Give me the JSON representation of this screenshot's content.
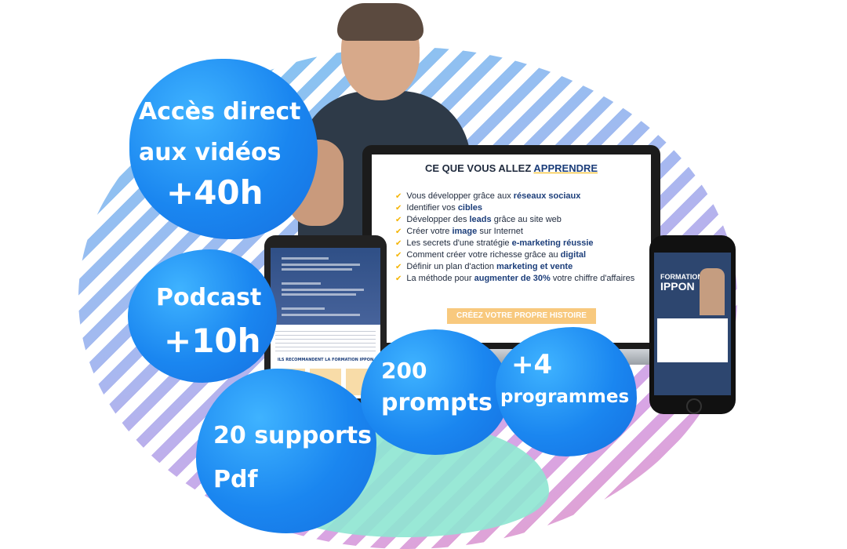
{
  "badges": {
    "videos": {
      "line1": "Accès direct",
      "line2": "aux vidéos",
      "value": "+40h"
    },
    "podcast": {
      "line1": "Podcast",
      "value": "+10h"
    },
    "supports": {
      "line1": "20 supports",
      "line2": "Pdf"
    },
    "prompts": {
      "line1": "200",
      "line2": "prompts"
    },
    "programmes": {
      "line1": "+4",
      "line2": "programmes"
    }
  },
  "laptop": {
    "title_prefix": "CE QUE VOUS ALLEZ ",
    "title_accent": "APPRENDRE",
    "items": [
      {
        "pre": "Vous développer grâce aux ",
        "hl": "réseaux sociaux",
        "post": ""
      },
      {
        "pre": "Identifier vos ",
        "hl": "cibles",
        "post": ""
      },
      {
        "pre": "Développer des ",
        "hl": "leads",
        "post": " grâce au site web"
      },
      {
        "pre": "Créer votre ",
        "hl": "image",
        "post": " sur Internet"
      },
      {
        "pre": "Les secrets d'une stratégie ",
        "hl": "e-marketing réussie",
        "post": ""
      },
      {
        "pre": "Comment créer votre richesse grâce au ",
        "hl": "digital",
        "post": ""
      },
      {
        "pre": "Définir un plan d'action ",
        "hl": "marketing et vente",
        "post": ""
      },
      {
        "pre": "La méthode pour ",
        "hl": "augmenter de 30%",
        "post": " votre chiffre d'affaires"
      }
    ],
    "cta": "CRÉEZ VOTRE PROPRE HISTOIRE"
  },
  "tablet": {
    "label": "ILS RECOMMANDENT LA FORMATION IPPON"
  },
  "phone": {
    "title_line1": "FORMATION",
    "title_line2": "IPPON"
  },
  "colors": {
    "blob": "#1a86f0",
    "accent": "#f5b400",
    "teal": "#8ee5d2"
  }
}
